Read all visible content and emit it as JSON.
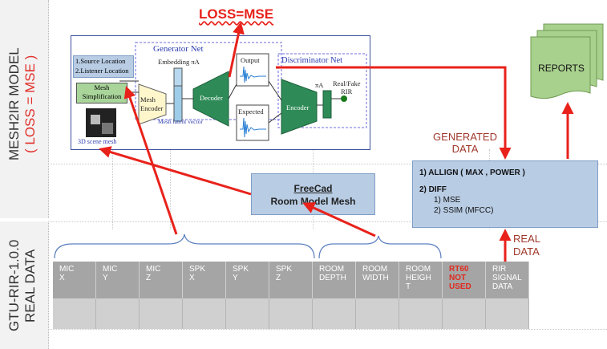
{
  "loss_title": "LOSS=MSE",
  "side_top": {
    "line1": "MESH2IR MODEL",
    "line2": "( LOSS = MSE )"
  },
  "side_bottom": {
    "line1": "GTU-RIR-1.0.0",
    "line2": "REAL DATA"
  },
  "diagram": {
    "inputs": [
      "1.Source Location",
      "2.Listener Location"
    ],
    "mesh_simplification": [
      "Mesh",
      "Simplification"
    ],
    "scene_caption": "3D scene mesh",
    "generator_title": "Generator Net",
    "embedding": "Embedding πA",
    "mesh_encoder": [
      "Mesh",
      "Encoder"
    ],
    "latent_caption": "Mesh latent vector",
    "decoder": "Decoder",
    "output": "Output",
    "expected": "Expected",
    "discriminator_title": "Discriminator Net",
    "encoder": "Encoder",
    "pi_a": "πA",
    "real_fake": [
      "Real/Fake",
      "RIR"
    ]
  },
  "freecad": {
    "line1": "FreeCad",
    "line2": "Room Model Mesh"
  },
  "generated_label": [
    "GENERATED",
    "DATA"
  ],
  "reports": "REPORTS",
  "real_data_label": [
    "REAL",
    "DATA"
  ],
  "metrics": {
    "item1": "1)  ALLIGN ( MAX , POWER )",
    "item2": "2)  DIFF",
    "sub1": "1)  MSE",
    "sub2": "2)  SSIM (MFCC)"
  },
  "table": {
    "columns": [
      "MIC\nX",
      "MIC\nY",
      "MIC\nZ",
      "SPK\nX",
      "SPK\nY",
      "SPK\nZ",
      "ROOM\nDEPTH",
      "ROOM\nWIDTH",
      "ROOM\nHEIGH\nT",
      "RT60\nNOT\nUSED",
      "RIR\nSIGNAL\nDATA"
    ],
    "highlight_color": "#e02b1f"
  },
  "colors": {
    "arrow": "#e8221b",
    "accent_text": "#a0392b",
    "box": "#b8cce4",
    "report": "#a9d18e"
  }
}
